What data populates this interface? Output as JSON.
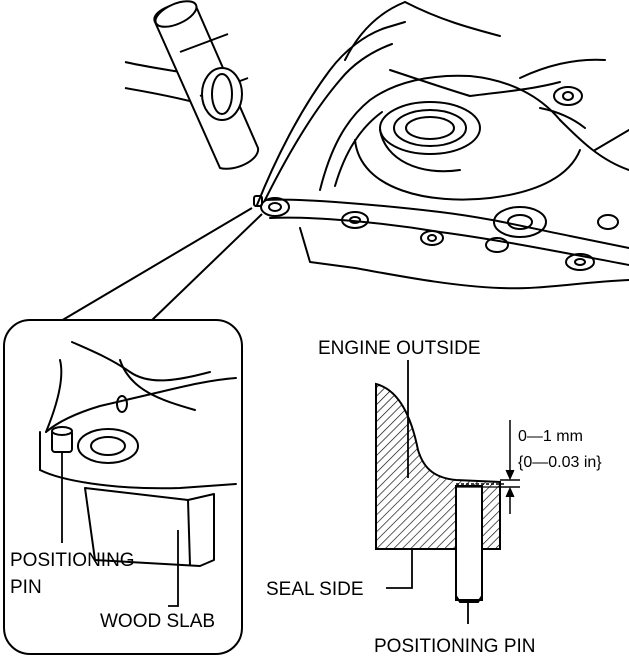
{
  "labels": {
    "engine_outside": "ENGINE OUTSIDE",
    "seal_side": "SEAL SIDE",
    "positioning_pin_bottom": "POSITIONING PIN",
    "positioning_pin_inset_line1": "POSITIONING",
    "positioning_pin_inset_line2": "PIN",
    "wood_slab": "WOOD SLAB"
  },
  "dimension": {
    "metric": "0—1 mm",
    "imperial": "{0—0.03 in}"
  }
}
